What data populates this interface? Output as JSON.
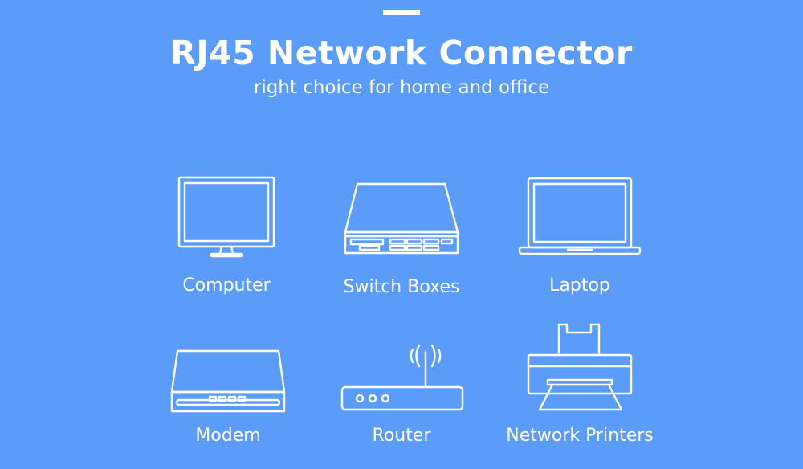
{
  "header": {
    "title": "RJ45 Network Connector",
    "subtitle": "right choice for home and office"
  },
  "devices": [
    {
      "label": "Computer",
      "icon": "monitor-icon"
    },
    {
      "label": "Switch Boxes",
      "icon": "switch-box-icon"
    },
    {
      "label": "Laptop",
      "icon": "laptop-icon"
    },
    {
      "label": "Modem",
      "icon": "modem-icon"
    },
    {
      "label": "Router",
      "icon": "router-icon"
    },
    {
      "label": "Network Printers",
      "icon": "printer-icon"
    }
  ],
  "colors": {
    "background": "#5b9cf8",
    "foreground": "#ffffff"
  }
}
